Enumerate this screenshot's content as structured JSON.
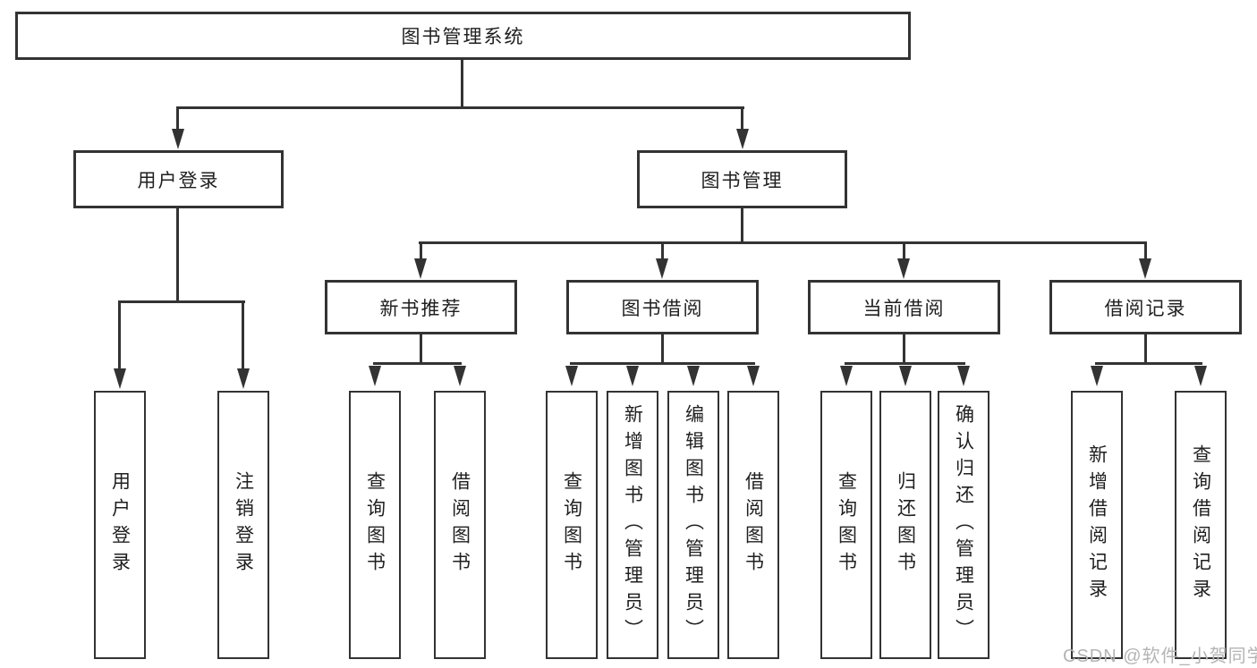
{
  "diagram": {
    "root": {
      "label": "图书管理系统"
    },
    "level2": {
      "userLogin": {
        "label": "用户登录"
      },
      "bookMgmt": {
        "label": "图书管理"
      }
    },
    "level3": {
      "newBookRec": {
        "label": "新书推荐"
      },
      "bookBorrow": {
        "label": "图书借阅"
      },
      "currentBorrow": {
        "label": "当前借阅"
      },
      "borrowRecord": {
        "label": "借阅记录"
      }
    },
    "leaves": {
      "userLogin": {
        "label": "用户登录"
      },
      "logoutLogin": {
        "label": "注销登录"
      },
      "nbrQueryBook": {
        "label": "查询图书"
      },
      "nbrBorrowBook": {
        "label": "借阅图书"
      },
      "bbQueryBook": {
        "label": "查询图书"
      },
      "bbAddBook": {
        "label": "新增图书（管理员）"
      },
      "bbEditBook": {
        "label": "编辑图书（管理员）"
      },
      "bbBorrowBook": {
        "label": "借阅图书"
      },
      "cbQueryBook": {
        "label": "查询图书"
      },
      "cbReturnBook": {
        "label": "归还图书"
      },
      "cbConfirmReturn": {
        "label": "确认归还（管理员）"
      },
      "brAddRecord": {
        "label": "新增借阅记录"
      },
      "brQueryRecord": {
        "label": "查询借阅记录"
      }
    }
  },
  "watermark": {
    "text": "CSDN @软件_小贺同学"
  },
  "colors": {
    "line": "#333333",
    "text": "#1f1f1f",
    "watermark": "#b4b4b4",
    "background": "#ffffff"
  }
}
